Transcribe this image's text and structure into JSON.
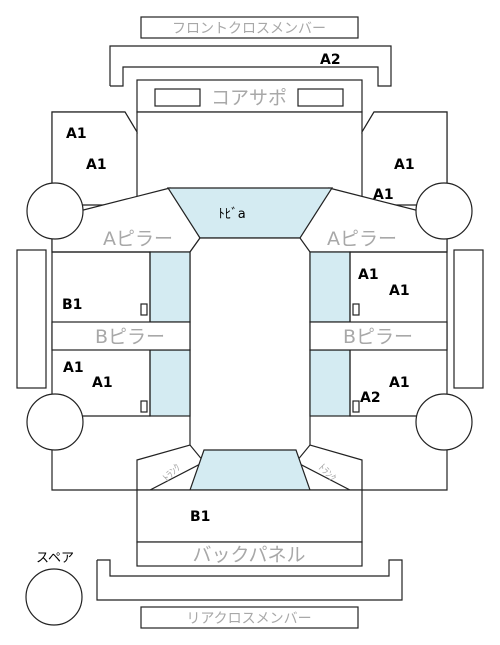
{
  "labels": {
    "front_cross_member": "フロントクロスメンバー",
    "core_support": "コアサポ",
    "a_pillar": "Aピラー",
    "b_pillar": "Bピラー",
    "back_panel": "バックパネル",
    "rear_cross_member": "リアクロスメンバー",
    "spare": "スペア",
    "center": "ﾄﾋﾞa",
    "trunk": "ﾄﾗﾝｸ"
  },
  "codes": {
    "front_cross": "A2",
    "front_left_1": "A1",
    "front_left_2": "A1",
    "front_right_1": "A1",
    "front_right_2": "A1",
    "mid_left": "B1",
    "mid_right_1": "A1",
    "mid_right_2": "A1",
    "rear_left_1": "A1",
    "rear_left_2": "A1",
    "rear_right_1": "A1",
    "rear_right_2": "A2",
    "trunk_area": "B1"
  },
  "colors": {
    "highlight_fill": "#d4ebf2",
    "label_gray": "#a8a8a8",
    "stroke": "#222222"
  }
}
